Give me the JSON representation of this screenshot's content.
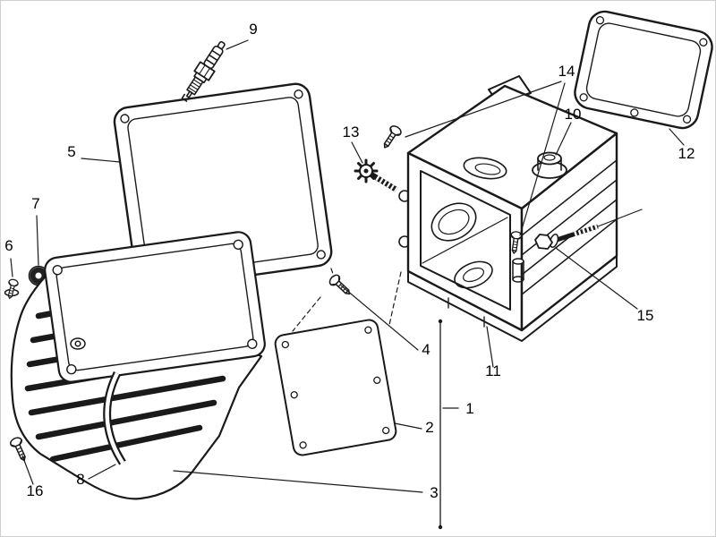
{
  "diagram": {
    "background": "#ffffff",
    "line_color": "#1a1a1a"
  },
  "callouts": [
    {
      "num": "1"
    },
    {
      "num": "2"
    },
    {
      "num": "3"
    },
    {
      "num": "4"
    },
    {
      "num": "5"
    },
    {
      "num": "6"
    },
    {
      "num": "7"
    },
    {
      "num": "8"
    },
    {
      "num": "9"
    },
    {
      "num": "10"
    },
    {
      "num": "11"
    },
    {
      "num": "12"
    },
    {
      "num": "13"
    },
    {
      "num": "14"
    },
    {
      "num": "15"
    },
    {
      "num": "16"
    }
  ]
}
